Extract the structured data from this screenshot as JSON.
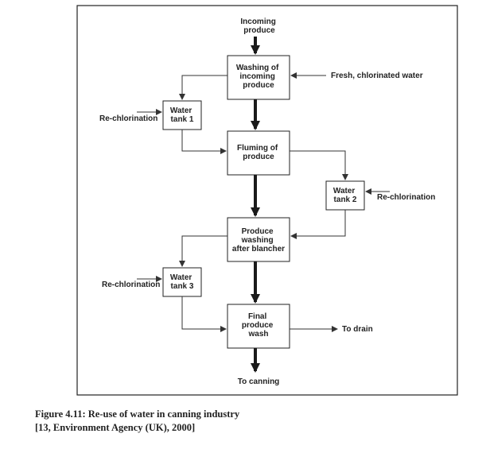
{
  "diagram": {
    "incoming": [
      "Incoming",
      "produce"
    ],
    "washing": [
      "Washing of",
      "incoming",
      "produce"
    ],
    "fresh_water": "Fresh, chlorinated water",
    "fluming": [
      "Fluming of",
      "produce"
    ],
    "produce_wash": [
      "Produce",
      "washing",
      "after blancher"
    ],
    "final_wash": [
      "Final",
      "produce",
      "wash"
    ],
    "tank1": [
      "Water",
      "tank 1"
    ],
    "tank2": [
      "Water",
      "tank 2"
    ],
    "tank3": [
      "Water",
      "tank 3"
    ],
    "rechlor1": "Re-chlorination",
    "rechlor2": "Re-chlorination",
    "rechlor3": "Re-chlorination",
    "to_drain": "To drain",
    "to_canning": "To canning"
  },
  "caption": {
    "line1": "Figure 4.11: Re-use of water in canning industry",
    "line2": "[13, Environment Agency (UK), 2000]"
  }
}
